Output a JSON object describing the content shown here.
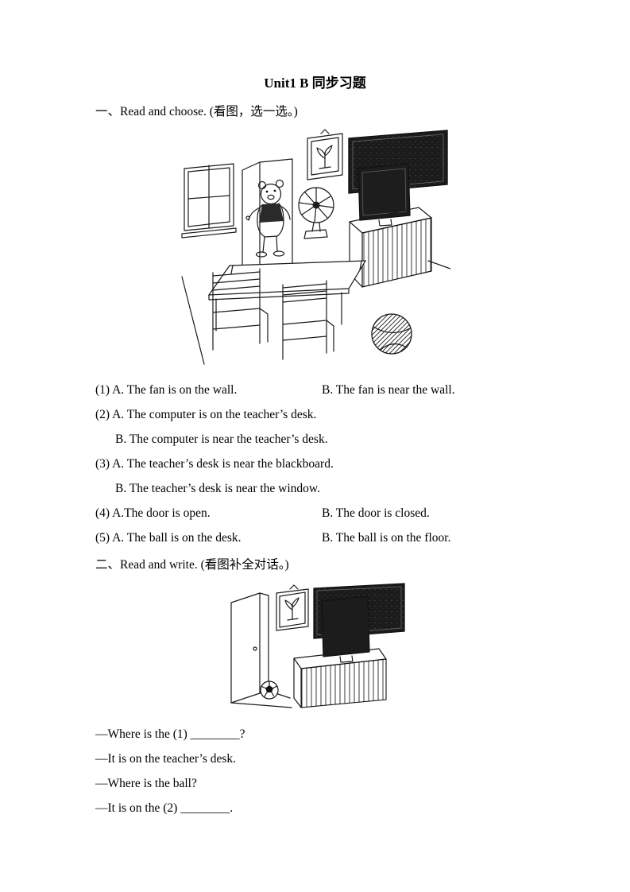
{
  "doc": {
    "title": "Unit1 B 同步习题"
  },
  "section1": {
    "heading": "一、Read and choose. (看图，选一选。)",
    "rows": [
      {
        "a": "(1) A. The fan is on the wall.",
        "b": "B. The fan is near the wall."
      },
      {
        "a": "(2) A. The computer is on the teacher’s desk.",
        "b": ""
      },
      {
        "a": "B. The computer is near the teacher’s desk.",
        "b": ""
      },
      {
        "a": "(3) A. The teacher’s desk is near the blackboard.",
        "b": ""
      },
      {
        "a": "B. The teacher’s desk is near the window.",
        "b": ""
      },
      {
        "a": "(4) A.The door is open.",
        "b": "B. The door is closed."
      },
      {
        "a": "(5) A. The ball is on the desk.",
        "b": "B. The ball is on the floor."
      }
    ]
  },
  "section2": {
    "heading": "二、Read and write. (看图补全对话。)",
    "lines": [
      "—Where is the (1) ________?",
      "—It is on the teacher’s desk.",
      "—Where is the ball?",
      "—It is on the (2) ________."
    ]
  },
  "figures": {
    "classroom": "classroom-scene-window-open-door-bear-electric-fan-picture-blackboard-computer-on-teachers-desk-table-chairs-ball",
    "dialogue_scene": "scene-open-door-picture-blackboard-computer-on-teachers-desk-football"
  }
}
